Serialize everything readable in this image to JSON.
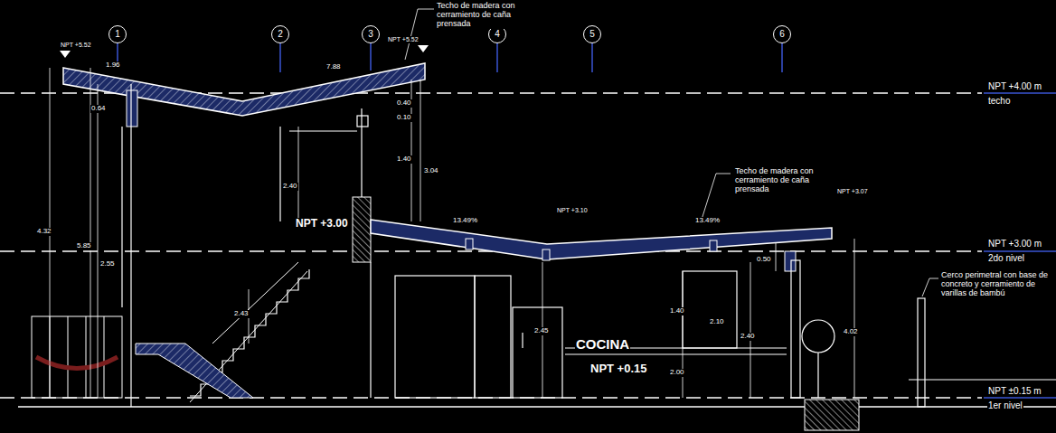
{
  "diagram": {
    "nodes": [
      {
        "text": [
          "1"
        ]
      },
      {
        "text": [
          "2"
        ]
      },
      {
        "text": [
          "3"
        ]
      },
      {
        "text": [
          "4"
        ]
      },
      {
        "text": [
          "5"
        ]
      },
      {
        "text": [
          "6"
        ]
      }
    ],
    "labels": [
      "NPT +5.52",
      "1.96",
      "7.88",
      "Techo de madera con cerramiento de caña prensada",
      "NPT +5.52",
      "NPT +4.00 m",
      "techo",
      "0.64",
      "0.40",
      "0.10",
      "1.40",
      "3.04",
      "2.40",
      "4.32",
      "5.85",
      "2.55",
      "NPT +3.00",
      "Techo de madera con cerramiento de caña prensada",
      "NPT +3.07",
      "NPT +3.10",
      "13.49%",
      "13.49%",
      "NPT +3.00 m",
      "2do nivel",
      "0.50",
      "Cerco perimetral con base de concreto y cerramiento de varillas de bambú",
      "2.43",
      "2.45",
      "1.40",
      "2.10",
      "2.40",
      "4.02",
      "COCINA",
      "NPT +0.15",
      "2.00",
      "NPT ±0.15 m",
      "1er nivel"
    ]
  }
}
